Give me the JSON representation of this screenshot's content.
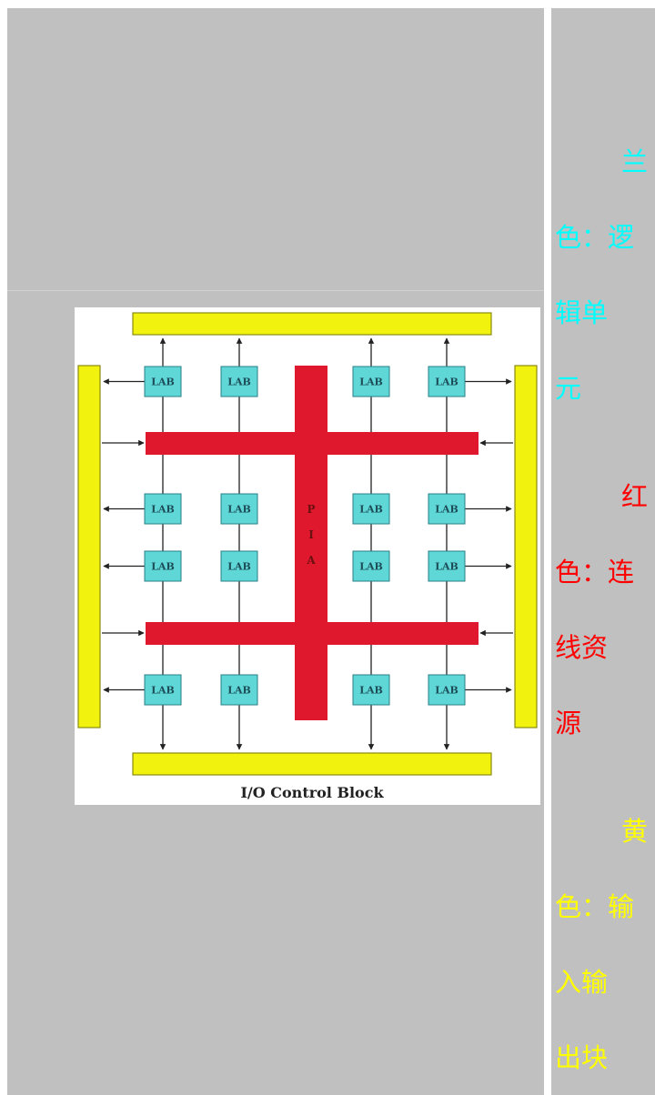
{
  "diagram": {
    "cell_label": "LAB",
    "pia_letters": [
      "P",
      "I",
      "A"
    ],
    "footer_label": "I/O Control Block",
    "colors": {
      "lab_fill": "#5fd7d7",
      "interconnect": "#e0182d",
      "io_block": "#f2f20f",
      "io_stroke": "#8a8a10"
    }
  },
  "legend": {
    "blue": {
      "color": "#00ffff",
      "lines": [
        "兰",
        "色：逻",
        "辑单",
        "元"
      ]
    },
    "red": {
      "color": "#ff0000",
      "lines": [
        "红",
        "色：连",
        "线资",
        "源"
      ]
    },
    "yellow": {
      "color": "#ffff00",
      "lines": [
        "黄",
        "色：输",
        "入输",
        "出块"
      ]
    }
  }
}
